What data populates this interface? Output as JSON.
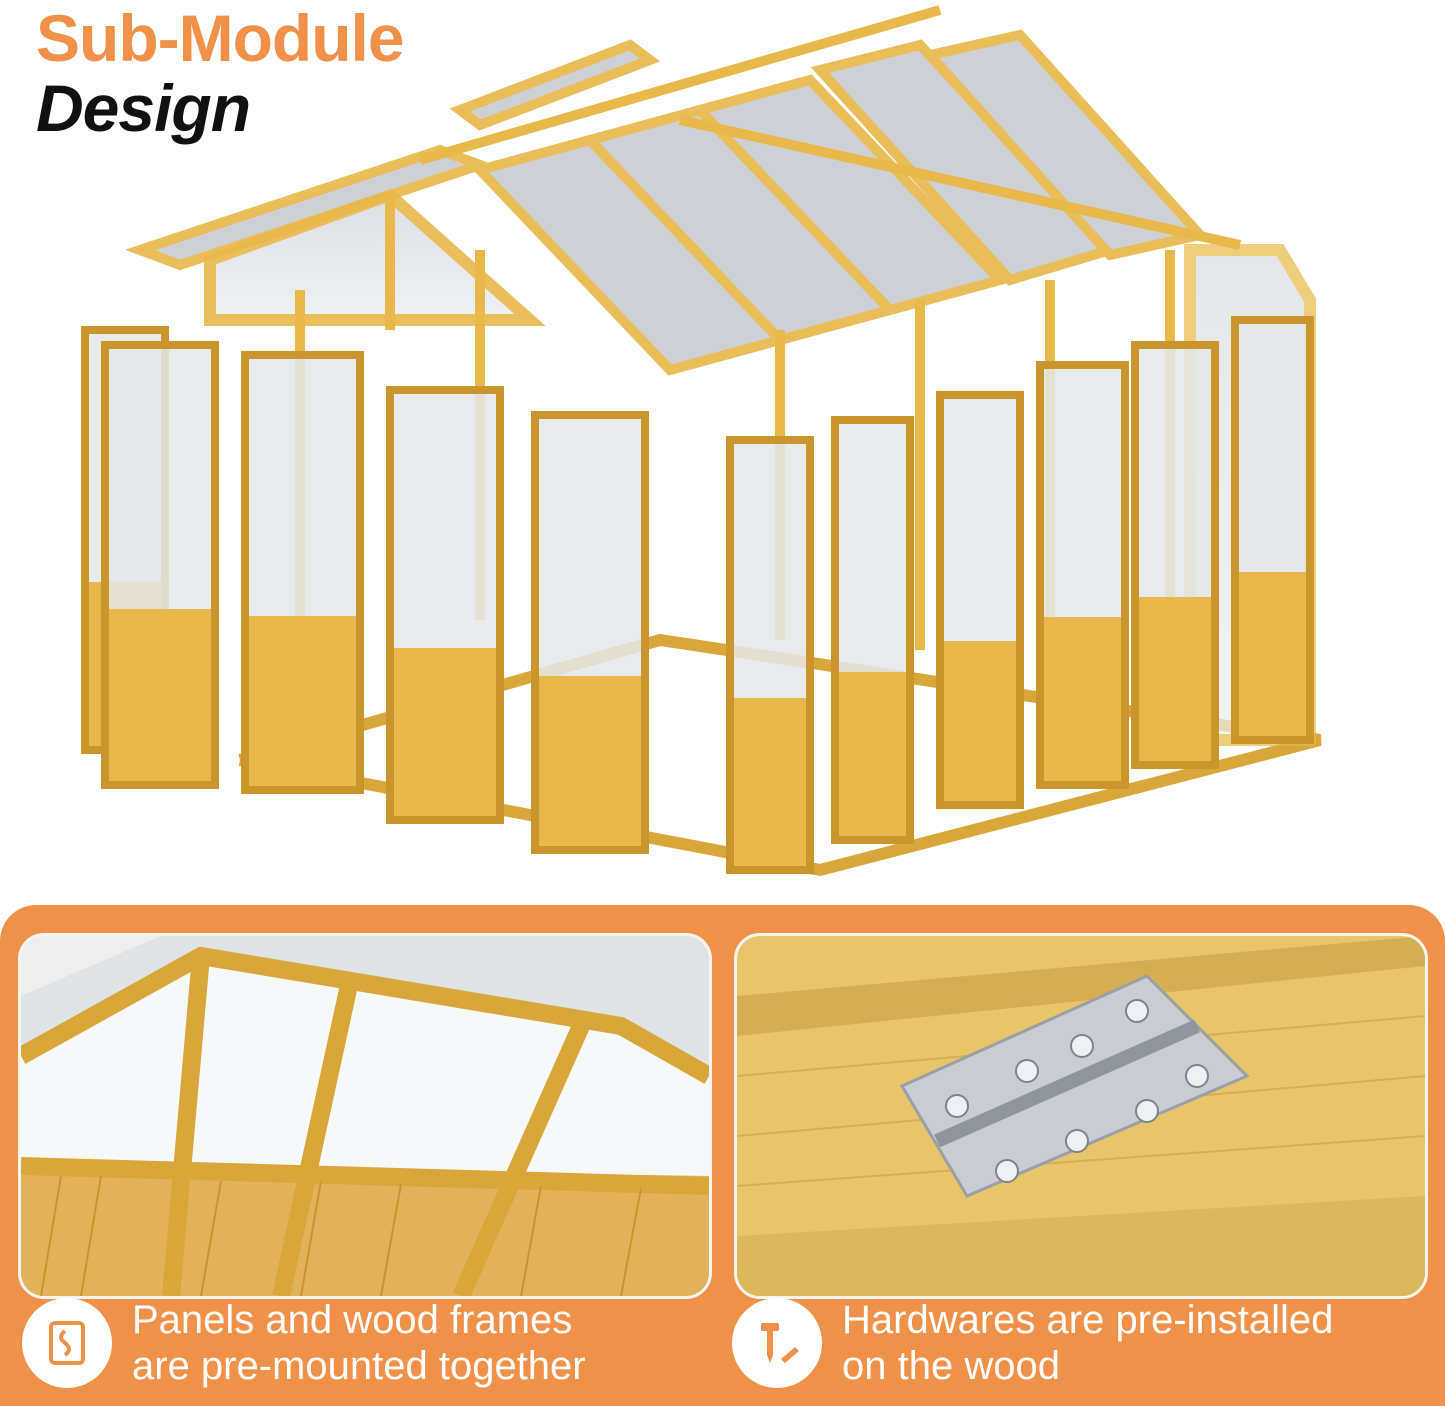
{
  "header": {
    "title_line1": "Sub-Module",
    "title_line2": "Design"
  },
  "features": [
    {
      "icon": "panel-frame-icon",
      "line1": "Panels and wood frames",
      "line2": "are pre-mounted together"
    },
    {
      "icon": "screw-wrench-icon",
      "line1": "Hardwares are pre-installed",
      "line2": "on the wood"
    }
  ],
  "colors": {
    "accent": "#F0914A",
    "wood": "#E8B84A",
    "wood_dark": "#C9952C",
    "metal": "#C9CDD3"
  }
}
